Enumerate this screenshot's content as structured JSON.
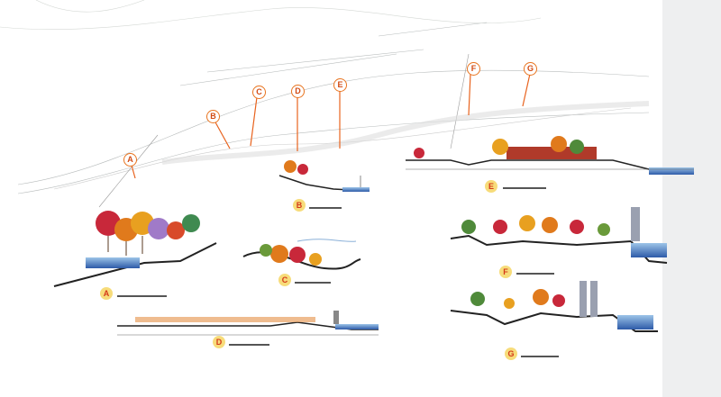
{
  "plan_markers": [
    "A",
    "B",
    "C",
    "D",
    "E",
    "F",
    "G"
  ],
  "section_labels": [
    "A",
    "B",
    "C",
    "D",
    "E",
    "F",
    "G"
  ],
  "colors": {
    "marker": "#e8731e",
    "label_fill": "#f7dc7a",
    "water": "#4a7fc0",
    "autumn": "#e07a1c",
    "red_tree": "#c8283a",
    "green": "#5a9a3a"
  }
}
